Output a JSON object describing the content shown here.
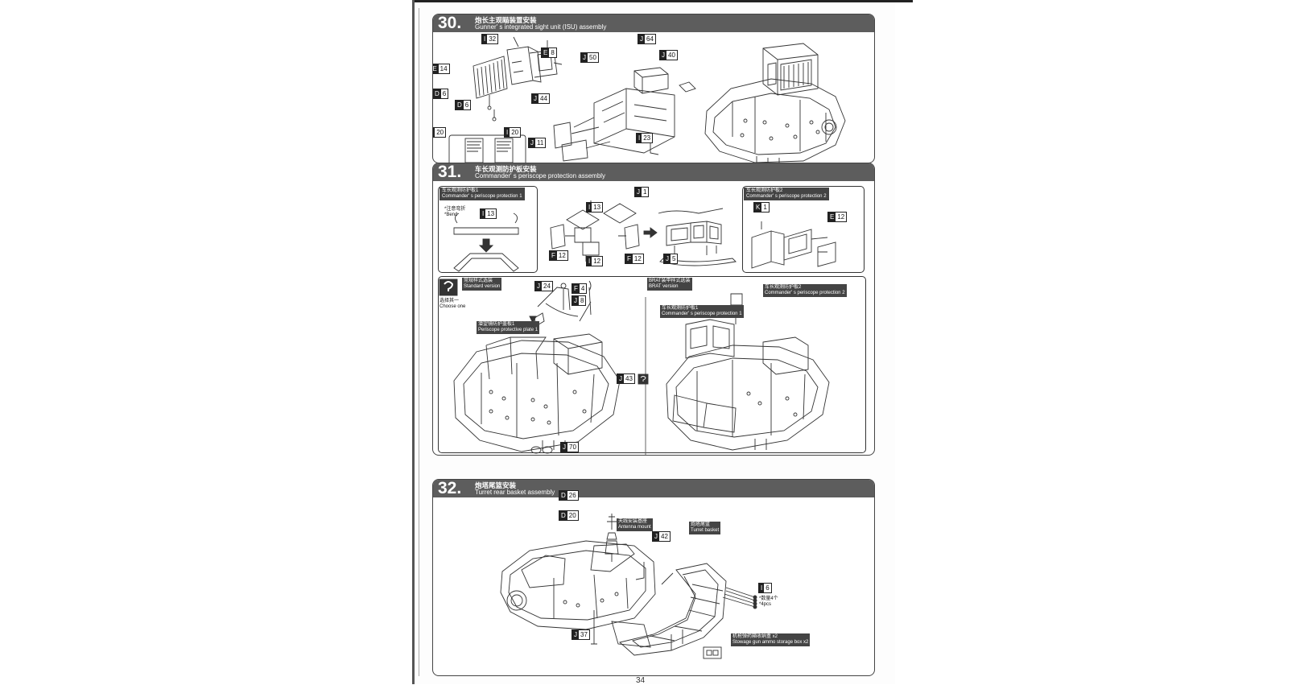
{
  "steps": {
    "s30": {
      "number": "30.",
      "title_cn": "炮长主观瞄装置安装",
      "title_en": "Gunner' s integrated sight unit (ISU) assembly",
      "parts": [
        {
          "letter": "I",
          "num": "32"
        },
        {
          "letter": "E",
          "num": "8"
        },
        {
          "letter": "PE",
          "num": "14"
        },
        {
          "letter": "D",
          "num": "6"
        },
        {
          "letter": "D",
          "num": "6"
        },
        {
          "letter": "I",
          "num": "20"
        },
        {
          "letter": "I",
          "num": "20"
        },
        {
          "letter": "J",
          "num": "50"
        },
        {
          "letter": "J",
          "num": "64"
        },
        {
          "letter": "J",
          "num": "40"
        },
        {
          "letter": "J",
          "num": "44"
        },
        {
          "letter": "J",
          "num": "11"
        },
        {
          "letter": "I",
          "num": "23"
        }
      ]
    },
    "s31": {
      "number": "31.",
      "title_cn": "车长观测防护板安装",
      "title_en": "Commander' s periscope protection assembly",
      "sub1_title_cn": "车长观测防护板1",
      "sub1_title_en": "Commander' s periscope protection 1",
      "sub2_title_cn": "车长观测防护板2",
      "sub2_title_en": "Commander' s periscope protection 2",
      "bend_cn": "*注意弯折",
      "bend_en": "*Bend",
      "standard_cn": "常规样式选装",
      "standard_en": "Standard version",
      "brat_cn": "BRAT装甲样式选装",
      "brat_en": "BRAT version",
      "choose_cn": "选择其一",
      "choose_en": "Choose one",
      "periscope_plate_cn": "潜望镜防护盖板1",
      "periscope_plate_en": "Periscope protective plate 1",
      "cmd_prot1_cn": "车长观测防护板1",
      "cmd_prot1_en": "Commander' s periscope protection 1",
      "cmd_prot2_cn": "车长观测防护板2",
      "cmd_prot2_en": "Commander' s periscope protection 2",
      "parts": [
        {
          "letter": "I",
          "num": "13"
        },
        {
          "letter": "J",
          "num": "1"
        },
        {
          "letter": "K",
          "num": "1"
        },
        {
          "letter": "I",
          "num": "13"
        },
        {
          "letter": "F",
          "num": "12"
        },
        {
          "letter": "E",
          "num": "12"
        },
        {
          "letter": "I",
          "num": "12"
        },
        {
          "letter": "F",
          "num": "12"
        },
        {
          "letter": "J",
          "num": "5"
        },
        {
          "letter": "J",
          "num": "24"
        },
        {
          "letter": "F",
          "num": "4"
        },
        {
          "letter": "J",
          "num": "8"
        },
        {
          "letter": "J",
          "num": "43"
        },
        {
          "letter": "J",
          "num": "70"
        }
      ]
    },
    "s32": {
      "number": "32.",
      "title_cn": "炮塔尾篮安装",
      "title_en": "Turret rear basket assembly",
      "antenna_cn": "天线安装基座",
      "antenna_en": "Antenna mount",
      "basket_cn": "炮塔尾篮",
      "basket_en": "Turret basket",
      "qty_cn": "*数量4个",
      "qty_en": "*4pcs",
      "ammo_cn": "机枪弹药箱收纳盒 x2",
      "ammo_en": "Stowage gun ammo storage box x2",
      "parts": [
        {
          "letter": "D",
          "num": "26"
        },
        {
          "letter": "D",
          "num": "20"
        },
        {
          "letter": "J",
          "num": "42"
        },
        {
          "letter": "I",
          "num": "6"
        },
        {
          "letter": "J",
          "num": "37"
        }
      ]
    }
  },
  "page_number": "34"
}
